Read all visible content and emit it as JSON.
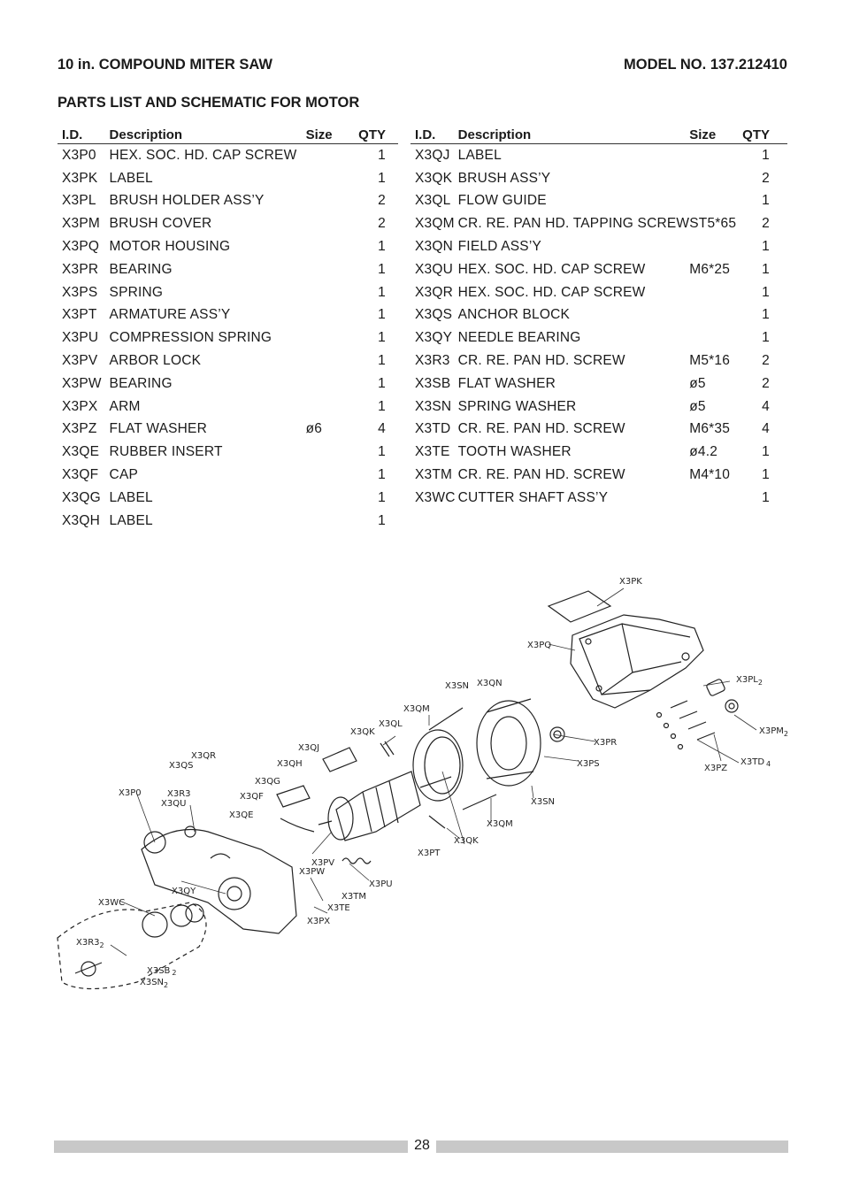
{
  "header": {
    "title": "10 in. COMPOUND MITER SAW",
    "model": "MODEL NO. 137.212410"
  },
  "section_title": "PARTS LIST AND SCHEMATIC FOR MOTOR",
  "columns": {
    "id": "I.D.",
    "description": "Description",
    "size": "Size",
    "qty": "QTY"
  },
  "parts_left": [
    {
      "id": "X3P0",
      "description": "HEX. SOC. HD. CAP SCREW",
      "size": "",
      "qty": "1"
    },
    {
      "id": "X3PK",
      "description": "LABEL",
      "size": "",
      "qty": "1"
    },
    {
      "id": "X3PL",
      "description": "BRUSH HOLDER ASS’Y",
      "size": "",
      "qty": "2"
    },
    {
      "id": "X3PM",
      "description": "BRUSH COVER",
      "size": "",
      "qty": "2"
    },
    {
      "id": "X3PQ",
      "description": "MOTOR HOUSING",
      "size": "",
      "qty": "1"
    },
    {
      "id": "X3PR",
      "description": "BEARING",
      "size": "",
      "qty": "1"
    },
    {
      "id": "X3PS",
      "description": "SPRING",
      "size": "",
      "qty": "1"
    },
    {
      "id": "X3PT",
      "description": "ARMATURE ASS’Y",
      "size": "",
      "qty": "1"
    },
    {
      "id": "X3PU",
      "description": "COMPRESSION SPRING",
      "size": "",
      "qty": "1"
    },
    {
      "id": "X3PV",
      "description": "ARBOR LOCK",
      "size": "",
      "qty": "1"
    },
    {
      "id": "X3PW",
      "description": "BEARING",
      "size": "",
      "qty": "1"
    },
    {
      "id": "X3PX",
      "description": "ARM",
      "size": "",
      "qty": "1"
    },
    {
      "id": "X3PZ",
      "description": "FLAT WASHER",
      "size": "ø6",
      "qty": "4"
    },
    {
      "id": "X3QE",
      "description": "RUBBER INSERT",
      "size": "",
      "qty": "1"
    },
    {
      "id": "X3QF",
      "description": "CAP",
      "size": "",
      "qty": "1"
    },
    {
      "id": "X3QG",
      "description": "LABEL",
      "size": "",
      "qty": "1"
    },
    {
      "id": "X3QH",
      "description": "LABEL",
      "size": "",
      "qty": "1"
    }
  ],
  "parts_right": [
    {
      "id": "X3QJ",
      "description": "LABEL",
      "size": "",
      "qty": "1"
    },
    {
      "id": "X3QK",
      "description": "BRUSH ASS’Y",
      "size": "",
      "qty": "2"
    },
    {
      "id": "X3QL",
      "description": "FLOW GUIDE",
      "size": "",
      "qty": "1"
    },
    {
      "id": "X3QM",
      "description": "CR. RE. PAN HD. TAPPING SCREW",
      "size": "ST5*65",
      "qty": "2"
    },
    {
      "id": "X3QN",
      "description": "FIELD ASS’Y",
      "size": "",
      "qty": "1"
    },
    {
      "id": "X3QU",
      "description": "HEX. SOC. HD. CAP SCREW",
      "size": "M6*25",
      "qty": "1"
    },
    {
      "id": "X3QR",
      "description": "HEX. SOC. HD. CAP SCREW",
      "size": "",
      "qty": "1"
    },
    {
      "id": "X3QS",
      "description": "ANCHOR BLOCK",
      "size": "",
      "qty": "1"
    },
    {
      "id": "X3QY",
      "description": "NEEDLE BEARING",
      "size": "",
      "qty": "1"
    },
    {
      "id": "X3R3",
      "description": "CR. RE. PAN HD. SCREW",
      "size": "M5*16",
      "qty": "2"
    },
    {
      "id": "X3SB",
      "description": "FLAT WASHER",
      "size": "ø5",
      "qty": "2"
    },
    {
      "id": "X3SN",
      "description": "SPRING WASHER",
      "size": "ø5",
      "qty": "4"
    },
    {
      "id": "X3TD",
      "description": "CR. RE. PAN HD. SCREW",
      "size": "M6*35",
      "qty": "4"
    },
    {
      "id": "X3TE",
      "description": "TOOTH WASHER",
      "size": "ø4.2",
      "qty": "1"
    },
    {
      "id": "X3TM",
      "description": "CR. RE. PAN HD. SCREW",
      "size": "M4*10",
      "qty": "1"
    },
    {
      "id": "X3WC",
      "description": "CUTTER SHAFT ASS’Y",
      "size": "",
      "qty": "1"
    }
  ],
  "schematic_labels": {
    "x3pk": "X3PK",
    "x3pq": "X3PQ",
    "x3pl": "X3PL",
    "x3pl_n": "2",
    "x3pm": "X3PM",
    "x3pm_n": "2",
    "x3pz": "X3PZ",
    "x3td": "X3TD",
    "x3td_n": "4",
    "x3sn_a": "X3SN",
    "x3qn": "X3QN",
    "x3qm_a": "X3QM",
    "x3ql": "X3QL",
    "x3qk_a": "X3QK",
    "x3pr": "X3PR",
    "x3ps": "X3PS",
    "x3qj": "X3QJ",
    "x3qr": "X3QR",
    "x3qs": "X3QS",
    "x3qh": "X3QH",
    "x3qg": "X3QG",
    "x3p0": "X3P0",
    "x3r3_a": "X3R3",
    "x3qu": "X3QU",
    "x3qf": "X3QF",
    "x3qe": "X3QE",
    "x3sn_b": "X3SN",
    "x3qm_b": "X3QM",
    "x3qk_b": "X3QK",
    "x3pt": "X3PT",
    "x3pv": "X3PV",
    "x3pw": "X3PW",
    "x3pu": "X3PU",
    "x3tm": "X3TM",
    "x3te": "X3TE",
    "x3px": "X3PX",
    "x3qy": "X3QY",
    "x3wc": "X3WC",
    "x3r3_b": "X3R3",
    "x3r3_b_n": "2",
    "x3sb": "X3SB",
    "x3sb_n": "2",
    "x3sn_c": "X3SN",
    "x3sn_c_n": "2"
  },
  "footer": {
    "page_number": "28"
  }
}
